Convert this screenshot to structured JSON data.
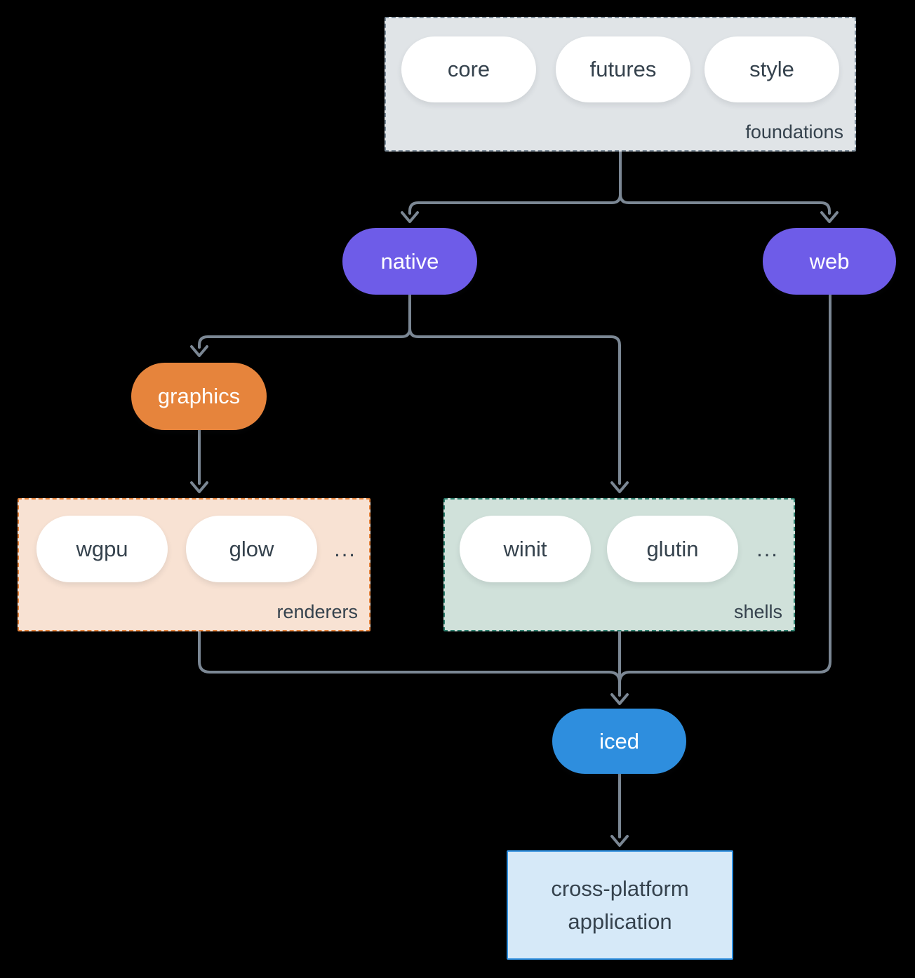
{
  "diagram": {
    "foundations": {
      "label": "foundations",
      "pills": [
        "core",
        "futures",
        "style"
      ]
    },
    "native": {
      "label": "native"
    },
    "web": {
      "label": "web"
    },
    "graphics": {
      "label": "graphics"
    },
    "renderers": {
      "label": "renderers",
      "pills": [
        "wgpu",
        "glow"
      ],
      "ellipsis": "..."
    },
    "shells": {
      "label": "shells",
      "pills": [
        "winit",
        "glutin"
      ],
      "ellipsis": "..."
    },
    "iced": {
      "label": "iced"
    },
    "application": {
      "label": "cross-platform application"
    },
    "colors": {
      "background": "#000000",
      "arrow": "#7b8794",
      "purple": "#6e5ce8",
      "orange": "#e6843c",
      "blue": "#2e8ede",
      "foundations_bg": "#e0e4e7",
      "foundations_border": "#7d8c99",
      "renderers_bg": "#f8e2d3",
      "renderers_border": "#e6843c",
      "shells_bg": "#d0e1da",
      "shells_border": "#2e7f6e",
      "app_bg": "#d6e9f8",
      "app_border": "#2e8ede",
      "text_dark": "#35424d",
      "text_light": "#ffffff"
    }
  }
}
